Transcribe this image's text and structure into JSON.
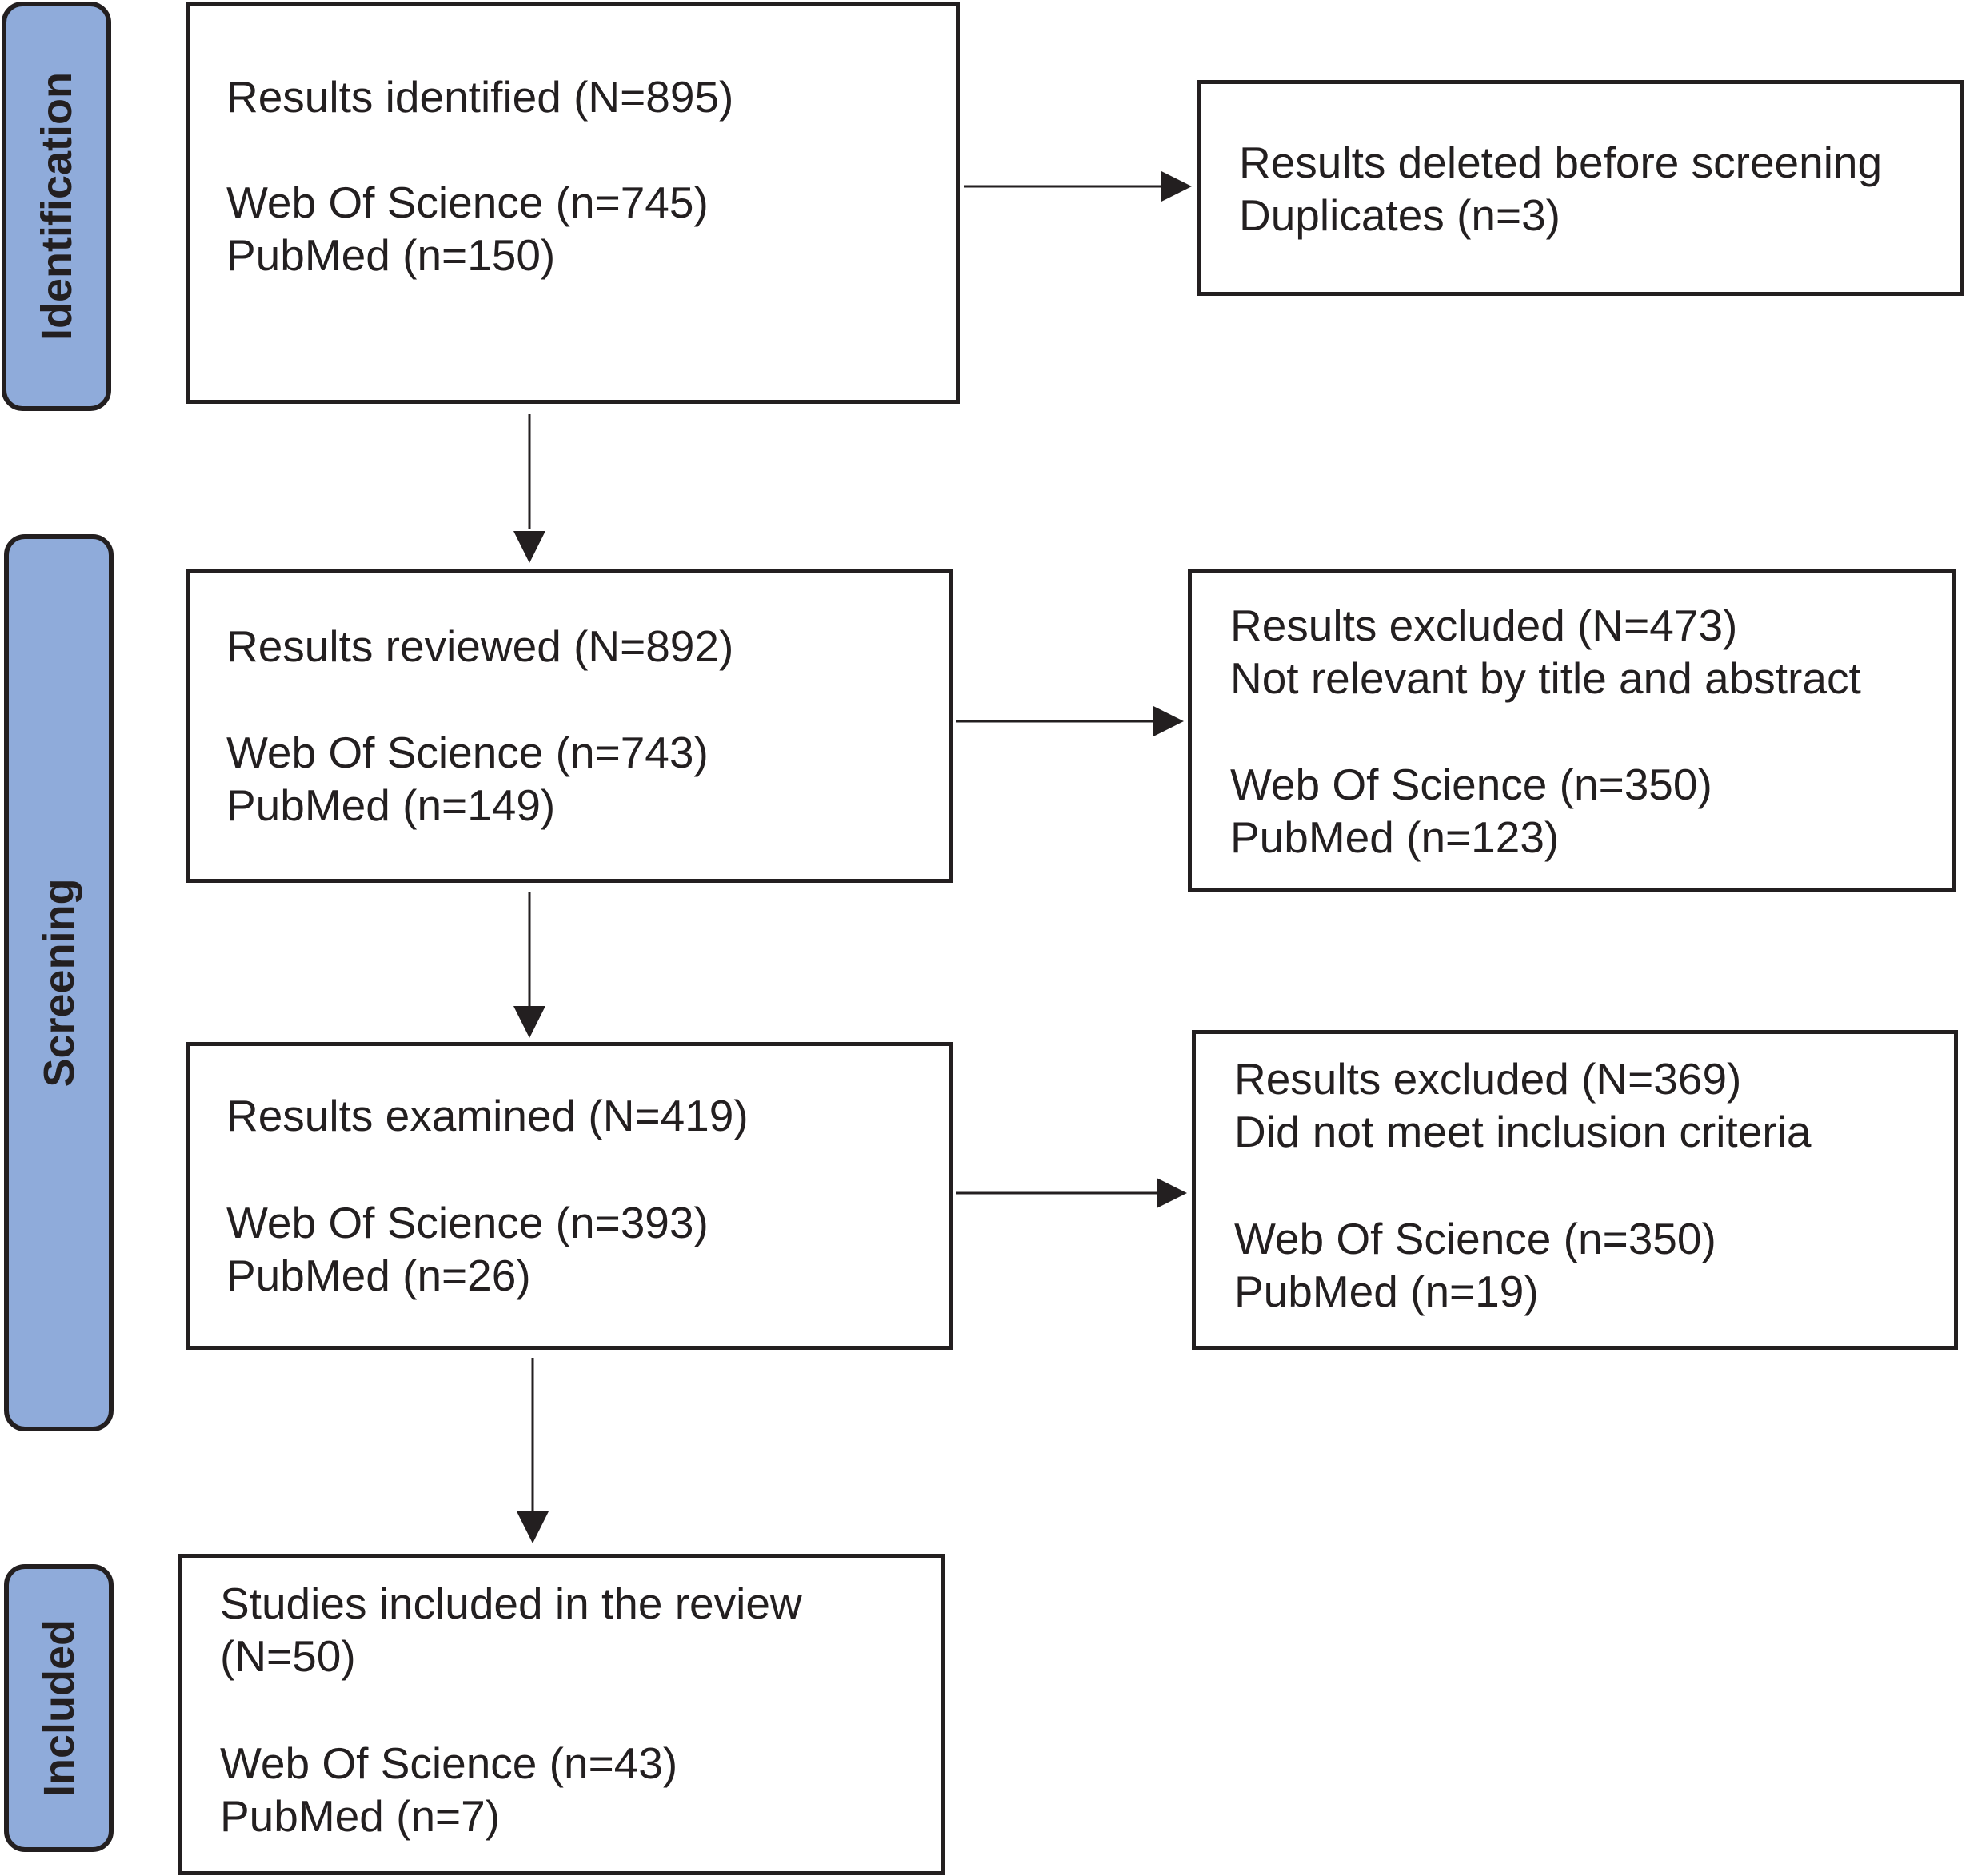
{
  "phases": {
    "identification": "Identification",
    "screening": "Screening",
    "included": "Included"
  },
  "boxes": {
    "identified": {
      "title": "Results identified (N=895)",
      "wos": "Web Of Science (n=745)",
      "pubmed": "PubMed (n=150)"
    },
    "deleted": {
      "title": "Results deleted before screening",
      "duplicates": "Duplicates (n=3)"
    },
    "reviewed": {
      "title": "Results reviewed (N=892)",
      "wos": "Web Of Science (n=743)",
      "pubmed": "PubMed (n=149)"
    },
    "excluded_title": {
      "title": "Results excluded (N=473)",
      "reason": "Not relevant by title and abstract",
      "wos": "Web Of Science (n=350)",
      "pubmed": "PubMed (n=123)"
    },
    "examined": {
      "title": "Results examined (N=419)",
      "wos": "Web Of Science (n=393)",
      "pubmed": "PubMed (n=26)"
    },
    "excluded_criteria": {
      "title": "Results excluded (N=369)",
      "reason": "Did not meet inclusion criteria",
      "wos": "Web Of Science (n=350)",
      "pubmed": "PubMed (n=19)"
    },
    "included": {
      "title_line1": "Studies included in the review",
      "title_line2": "(N=50)",
      "wos": "Web Of Science (n=43)",
      "pubmed": "PubMed (n=7)"
    }
  }
}
